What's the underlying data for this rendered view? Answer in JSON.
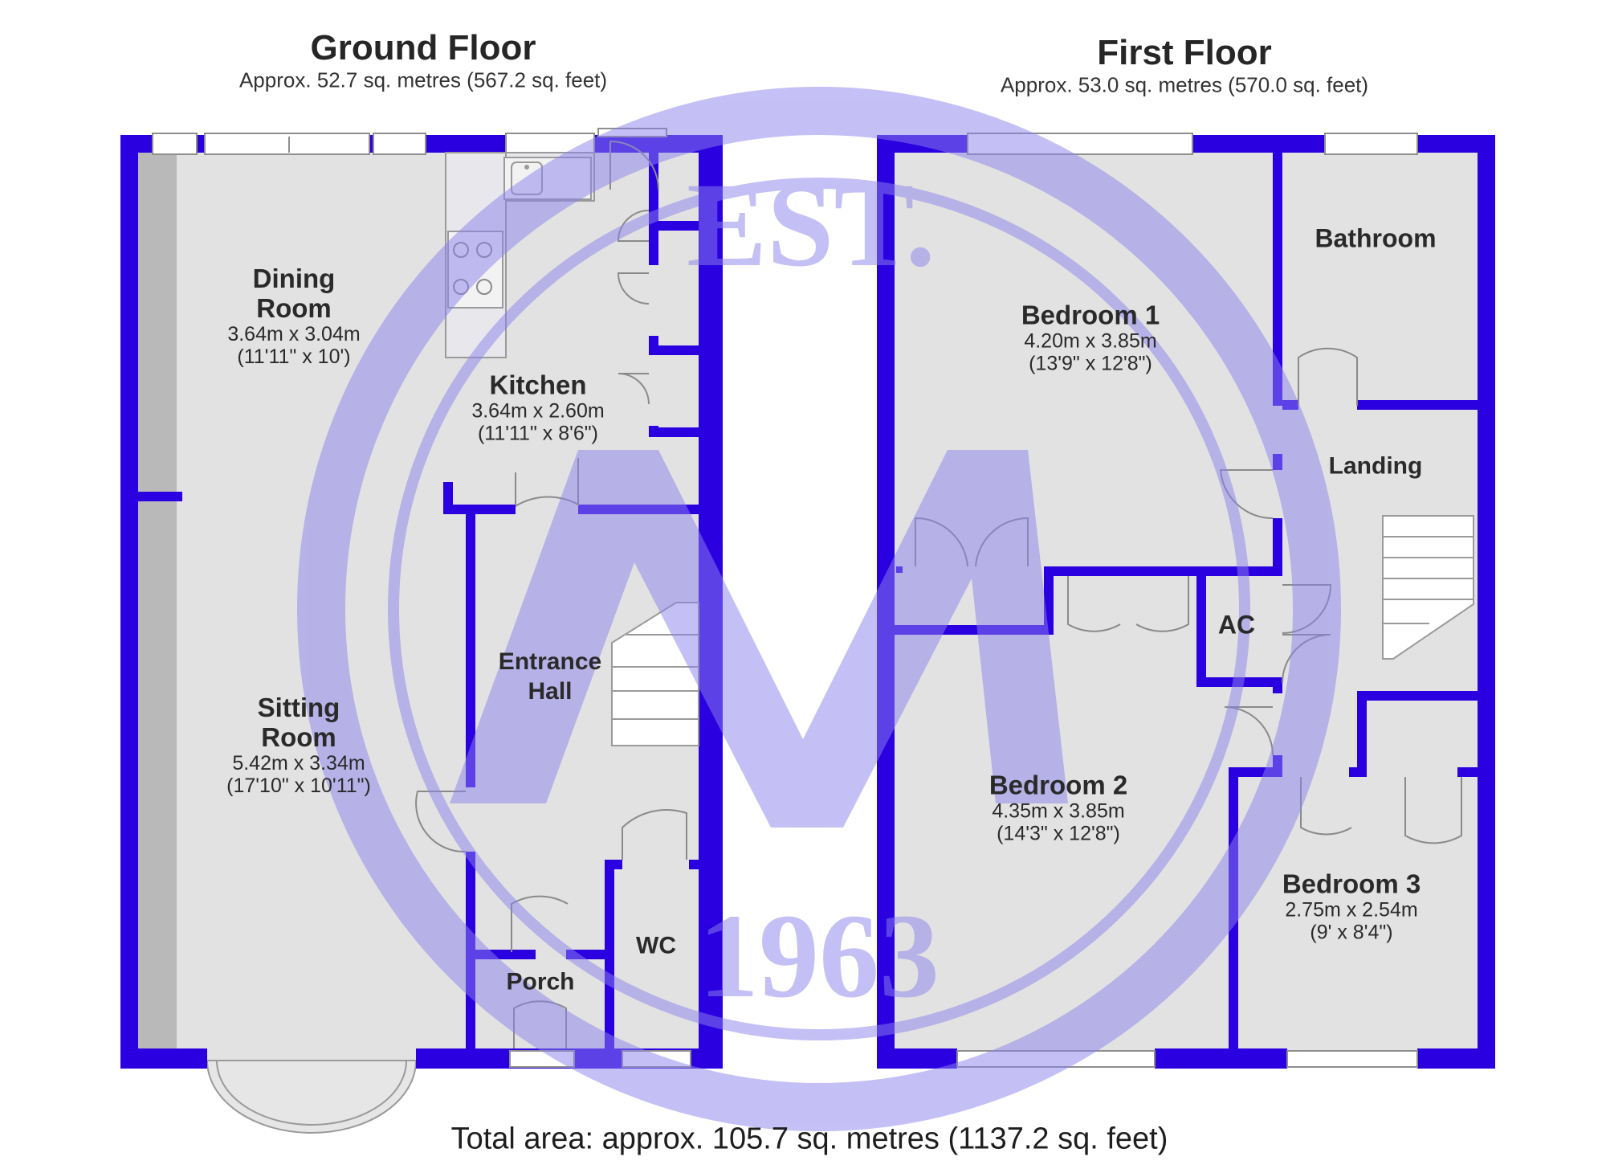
{
  "colors": {
    "wall": "#2b00e0",
    "floor": "#e2e2e2",
    "watermark": "#8b82ec",
    "text": "#222222"
  },
  "watermark": {
    "top_text": "EST.",
    "bottom_text": "1963",
    "letter": "M"
  },
  "ground_floor": {
    "title": "Ground Floor",
    "area": "Approx. 52.7 sq. metres (567.2 sq. feet)",
    "rooms": {
      "dining": {
        "name_line1": "Dining",
        "name_line2": "Room",
        "metric": "3.64m x 3.04m",
        "imperial": "(11'11\" x 10')"
      },
      "kitchen": {
        "name": "Kitchen",
        "metric": "3.64m x 2.60m",
        "imperial": "(11'11\" x 8'6\")"
      },
      "entrance_hall": {
        "name_line1": "Entrance",
        "name_line2": "Hall"
      },
      "sitting": {
        "name_line1": "Sitting",
        "name_line2": "Room",
        "metric": "5.42m x 3.34m",
        "imperial": "(17'10\" x 10'11\")"
      },
      "porch": {
        "name": "Porch"
      },
      "wc": {
        "name": "WC"
      }
    }
  },
  "first_floor": {
    "title": "First Floor",
    "area": "Approx. 53.0 sq. metres (570.0 sq. feet)",
    "rooms": {
      "bedroom1": {
        "name": "Bedroom 1",
        "metric": "4.20m x 3.85m",
        "imperial": "(13'9\" x 12'8\")"
      },
      "bathroom": {
        "name": "Bathroom"
      },
      "landing": {
        "name": "Landing"
      },
      "ac": {
        "name": "AC"
      },
      "bedroom2": {
        "name": "Bedroom 2",
        "metric": "4.35m x 3.85m",
        "imperial": "(14'3\" x 12'8\")"
      },
      "bedroom3": {
        "name": "Bedroom 3",
        "metric": "2.75m x 2.54m",
        "imperial": "(9' x 8'4\")"
      }
    }
  },
  "total_area": "Total area: approx. 105.7 sq. metres (1137.2 sq. feet)"
}
